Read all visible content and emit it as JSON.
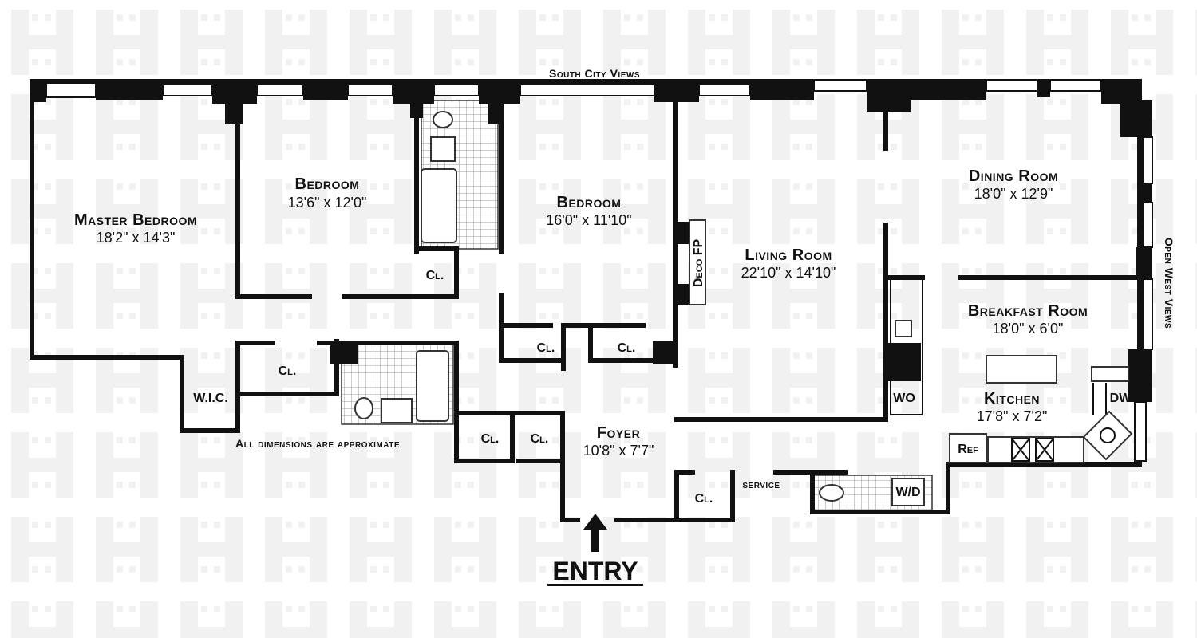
{
  "floorplan": {
    "views": {
      "south": "South City Views",
      "west": "Open West Views"
    },
    "rooms": [
      {
        "id": "master-bedroom",
        "name": "Master Bedroom",
        "dims": "18'2\" x 14'3\""
      },
      {
        "id": "bedroom-2",
        "name": "Bedroom",
        "dims": "13'6\" x 12'0\""
      },
      {
        "id": "bedroom-3",
        "name": "Bedroom",
        "dims": "16'0\" x 11'10\""
      },
      {
        "id": "living-room",
        "name": "Living Room",
        "dims": "22'10\" x 14'10\""
      },
      {
        "id": "dining-room",
        "name": "Dining Room",
        "dims": "18'0\" x 12'9\""
      },
      {
        "id": "breakfast-room",
        "name": "Breakfast Room",
        "dims": "18'0\" x 6'0\""
      },
      {
        "id": "kitchen",
        "name": "Kitchen",
        "dims": "17'8\" x 7'2\""
      },
      {
        "id": "foyer",
        "name": "Foyer",
        "dims": "10'8\" x 7'7\""
      }
    ],
    "labels": {
      "closet": "Cl.",
      "wic": "W.I.C.",
      "deco_fp": "Deco FP",
      "wo": "WO",
      "dw": "DW",
      "ref": "Ref",
      "wd": "W/D",
      "service": "service"
    },
    "note": "All dimensions are approximate",
    "entry": "ENTRY"
  }
}
